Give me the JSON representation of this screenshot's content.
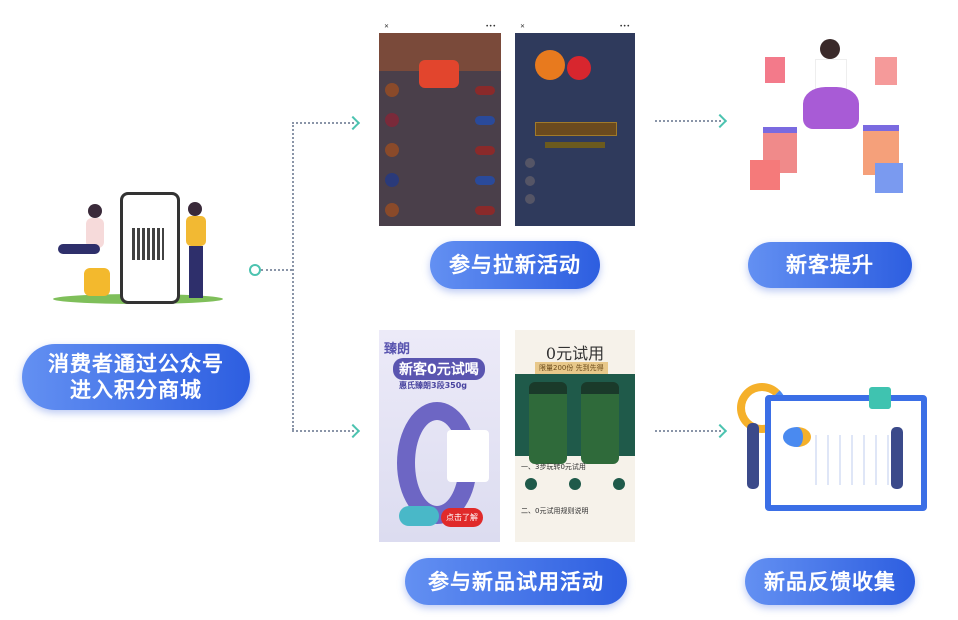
{
  "steps": {
    "entry": "消费者通过公众号\n进入积分商城",
    "entry_line1": "消费者通过公众号",
    "entry_line2": "进入积分商城",
    "recruit": "参与拉新活动",
    "new_customer": "新客提升",
    "trial": "参与新品试用活动",
    "feedback": "新品反馈收集"
  },
  "screens": {
    "milk": {
      "brand": "臻朗",
      "headline": "新客0元试喝",
      "product": "惠氏臻朗3段350g",
      "cta": "点击了解"
    },
    "supplement": {
      "title": "0元试用",
      "banner": "限量200份 先到先得",
      "section1": "一、3步玩转0元试用",
      "section2": "二、0元试用规则说明"
    }
  },
  "colors": {
    "pill_start": "#6390f2",
    "pill_end": "#2d5ee0",
    "connector": "#4cc3b0"
  }
}
